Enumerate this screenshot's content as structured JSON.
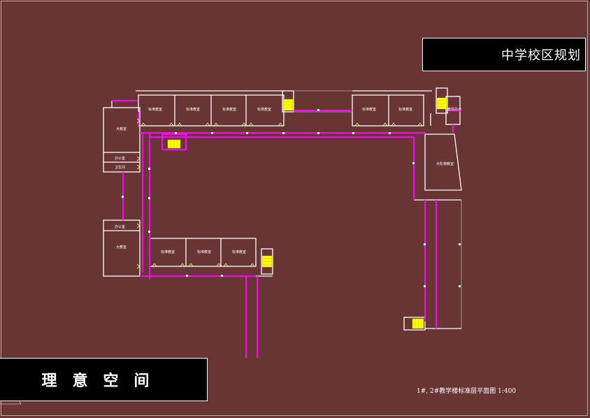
{
  "title": "中学校区规划",
  "company": "理意空间",
  "caption": "1#, 2#教学楼标准层平面图 1:400",
  "rooms": {
    "north": [
      "标准教室",
      "标准教室",
      "标准教室",
      "标准教室",
      "标准教室",
      "标准教室"
    ],
    "south": [
      "标准教室",
      "标准教室",
      "标准教室"
    ],
    "west_upper": [
      "大教室",
      "办公室",
      "卫生间"
    ],
    "west_lower": [
      "办公室",
      "大教室"
    ],
    "east": [
      "教师办公",
      "大阶梯教室"
    ]
  },
  "colors": {
    "background": "#683434",
    "walls": "#ffffff",
    "corridor_lines": "#ff00ff",
    "stairs": "#ffff00"
  }
}
